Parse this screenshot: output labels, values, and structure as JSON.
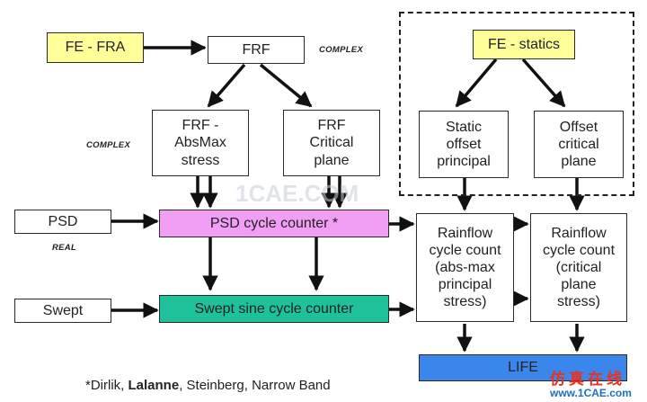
{
  "colors": {
    "fe_box": "#ffff99",
    "psd_counter": "#f19ff5",
    "swept_counter": "#1fc19b",
    "life": "#3b86ea",
    "lines": "#111111",
    "brand_red": "#e8331f",
    "brand_blue": "#1f6fbf"
  },
  "boxes": {
    "fe_fra": "FE - FRA",
    "frf": "FRF",
    "frf_absmax": "FRF -\nAbsMax\nstress",
    "frf_critical": "FRF\nCritical\nplane",
    "fe_statics": "FE - statics",
    "static_offset": "Static\noffset\nprincipal",
    "offset_critical": "Offset\ncritical\nplane",
    "psd": "PSD",
    "psd_counter": "PSD cycle counter *",
    "swept": "Swept",
    "swept_counter": "Swept sine cycle counter",
    "rainflow_absmax": "Rainflow\ncycle count\n(abs-max\nprincipal\nstress)",
    "rainflow_critical": "Rainflow\ncycle count\n(critical\nplane\nstress)",
    "life": "LIFE"
  },
  "labels": {
    "complex_top": "COMPLEX",
    "complex_left": "COMPLEX",
    "real": "REAL"
  },
  "footnote": {
    "prefix": "*Dirlik, ",
    "bold": "Lalanne",
    "suffix": ", Steinberg, Narrow Band"
  },
  "watermark": "1CAE.COM",
  "brand": {
    "chinese": "仿真在线",
    "url": "www.1CAE.com"
  }
}
